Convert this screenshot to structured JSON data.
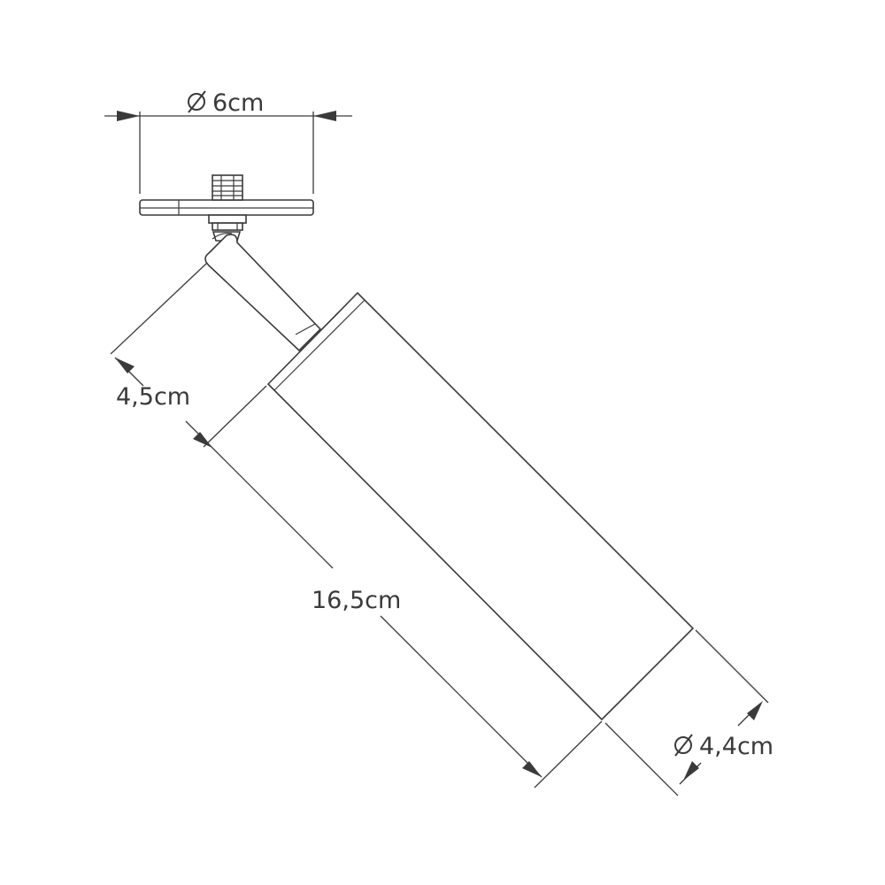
{
  "dimensions": {
    "mount_diameter": "6cm",
    "arm_length": "4,5cm",
    "body_length": "16,5cm",
    "body_diameter": "4,4cm"
  },
  "symbols": {
    "diameter": "Ø"
  }
}
